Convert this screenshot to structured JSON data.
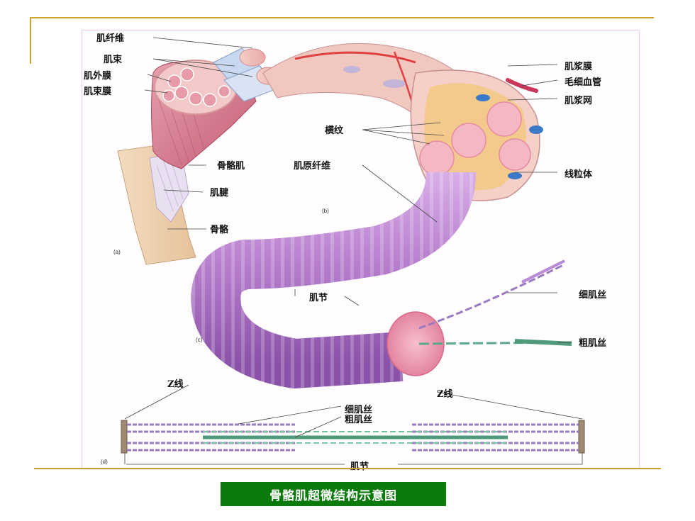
{
  "labels": {
    "ji_xian_wei": "肌纤维",
    "ji_shu": "肌束",
    "ji_wai_mo": "肌外膜",
    "ji_shu_mo": "肌束膜",
    "gu_ge_ji": "骨骼肌",
    "ji_jian": "肌腱",
    "gu_ge": "骨骼",
    "heng_wen": "横纹",
    "ji_yuan_xian_wei": "肌原纤维",
    "ji_jiang_mo": "肌浆膜",
    "mao_xi_xue_guan": "毛细血管",
    "ji_jiang_wang": "肌浆网",
    "xian_li_ti": "线粒体",
    "ji_jie_c": "肌节",
    "xi_ji_si_c": "细肌丝",
    "cu_ji_si_c": "粗肌丝",
    "z_xian_left": "Z线",
    "z_xian_right": "Z线",
    "xi_ji_si_d": "细肌丝",
    "cu_ji_si_d": "粗肌丝",
    "ji_jie_d": "肌节"
  },
  "panels": {
    "a": "(a)",
    "b": "(b)",
    "c": "(c)",
    "d": "(d)"
  },
  "caption": "骨骼肌超微结构示意图",
  "colors": {
    "accent_rule": "#c9a227",
    "caption_bg": "#0a7a0a",
    "muscle": "#d98a9a",
    "myofibril": "#b07ac8",
    "thin_filament": "#9a7ac0",
    "thick_filament": "#5aa88a"
  }
}
